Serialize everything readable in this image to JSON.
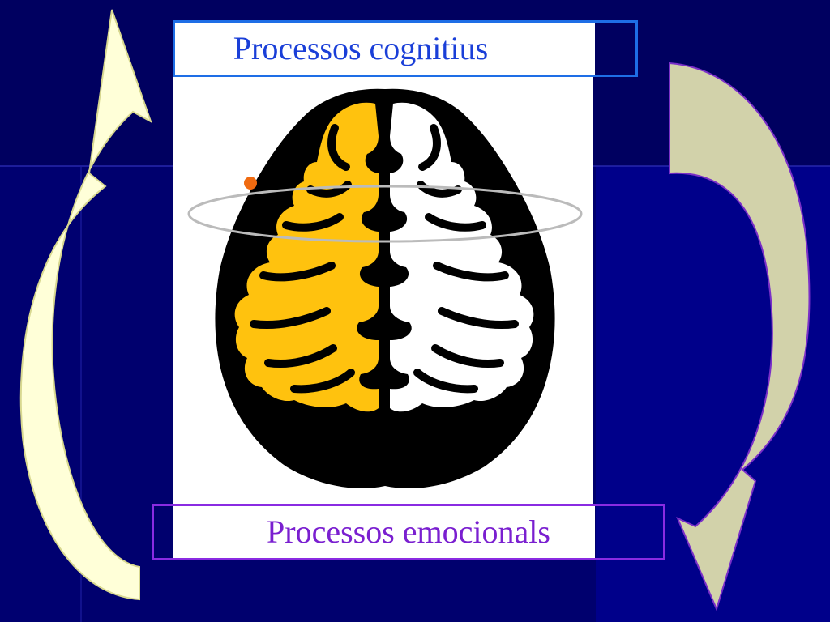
{
  "labels": {
    "top": "Processos cognitius",
    "bottom": "Processos emocionals"
  },
  "colors": {
    "background": "#00006e",
    "top_border": "#1e6ee6",
    "top_text": "#1a3fd8",
    "bottom_border": "#8a2be2",
    "bottom_text": "#7a1fd0",
    "left_hemisphere": "#ffc20e",
    "right_hemisphere": "#ffffff",
    "brain_outline": "#000000",
    "left_arrow_fill": "#ffffd8",
    "right_arrow_fill": "#d2d2aa",
    "orbit_marker": "#f06a10"
  },
  "icons": [
    "brain-illustration",
    "curved-arrow-up",
    "curved-arrow-down",
    "orbit-ellipse",
    "orbit-dot"
  ]
}
